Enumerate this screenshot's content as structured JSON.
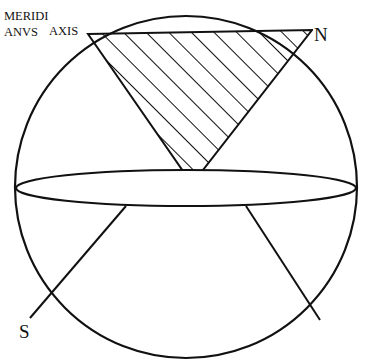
{
  "diagram": {
    "labels": [
      "MERIDI ANVS",
      "AXIS",
      "N",
      "S"
    ]
  }
}
